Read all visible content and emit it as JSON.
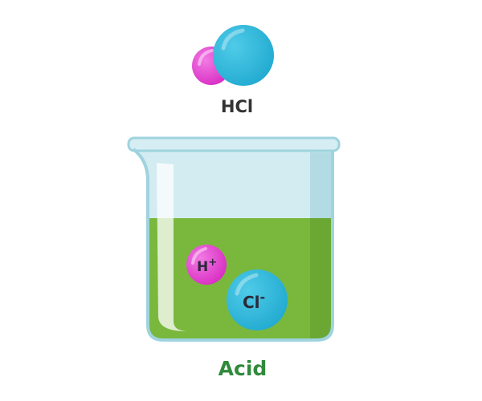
{
  "molecule": {
    "label": "HCl",
    "atoms": [
      {
        "name": "hydrogen",
        "color": "#e13fc9"
      },
      {
        "name": "chlorine",
        "color": "#2ebbdc"
      }
    ]
  },
  "beaker": {
    "glass_color": "#cbe9ef",
    "liquid_color": "#79b83c",
    "ions": [
      {
        "symbol": "H",
        "charge": "+",
        "color": "#e13fc9"
      },
      {
        "symbol": "Cl",
        "charge": "-",
        "color": "#2ebbdc"
      }
    ]
  },
  "caption": "Acid",
  "caption_color": "#2f8a3c"
}
